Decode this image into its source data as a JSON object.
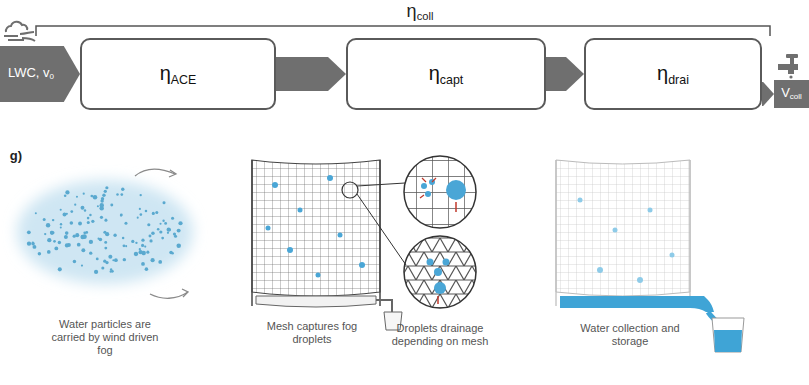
{
  "diagram": {
    "nodes": [
      {
        "text": [
          "LWC, v0"
        ]
      },
      {
        "text": [
          "ηACE"
        ]
      },
      {
        "text": [
          "ηcapt"
        ]
      },
      {
        "text": [
          "ηdrai"
        ]
      },
      {
        "text": [
          "Vcoll"
        ]
      }
    ],
    "edges": [
      {
        "from": 0,
        "to": 1,
        "arrow": "to"
      },
      {
        "from": 1,
        "to": 2,
        "arrow": "to"
      },
      {
        "from": 2,
        "to": 3,
        "arrow": "to"
      },
      {
        "from": 3,
        "to": 4,
        "arrow": "to"
      }
    ],
    "labels": [
      "ηcoll",
      "g)",
      "Water particles are carried by wind driven fog",
      "Mesh captures fog droplets",
      "Droplets drainage depending on mesh",
      "Water collection and storage"
    ]
  }
}
